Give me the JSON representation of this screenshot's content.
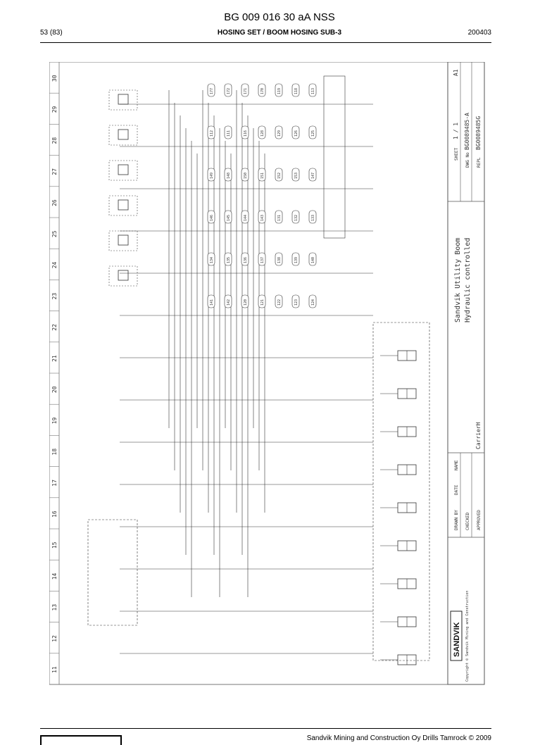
{
  "header": {
    "doc_title": "BG 009 016 30 aA NSS",
    "page_ref": "53 (83)",
    "section_title": "HOSING SET / BOOM HOSING SUB-3",
    "date_code": "200403"
  },
  "drawing": {
    "grid_numbers": [
      "30",
      "29",
      "28",
      "27",
      "26",
      "25",
      "24",
      "23",
      "22",
      "21",
      "20",
      "19",
      "18",
      "17",
      "16",
      "15",
      "14",
      "13",
      "12",
      "11"
    ],
    "title_line1": "Sandvik Utility Boom",
    "title_line2": "Hydraulic controlled",
    "carrier": "CarrierH",
    "sheet_label": "SHEET",
    "sheet_no": "1 / 1",
    "size": "A1",
    "dwg_no_label": "DWG No",
    "dwg_no": "BG0089485-A",
    "replaces_label": "REPL",
    "replaces": "BG0089485G",
    "drawn_label": "DRAWN BY",
    "checked_label": "CHECKED",
    "approved_label": "APPROVED",
    "date_label": "DATE",
    "name_label": "NAME",
    "logo_text": "SANDVIK",
    "copyright": "Copyright © Sandvik Mining and Construction",
    "hose_labels": [
      "177",
      "172",
      "171",
      "170",
      "119",
      "118",
      "113",
      "112",
      "111",
      "116",
      "128",
      "129",
      "126",
      "125",
      "149",
      "148",
      "150",
      "151",
      "152",
      "153",
      "147",
      "146",
      "145",
      "144",
      "143",
      "131",
      "132",
      "133",
      "134",
      "135",
      "136",
      "137",
      "138",
      "139",
      "140",
      "141",
      "142",
      "120",
      "121",
      "122",
      "123",
      "124"
    ]
  },
  "footer": {
    "company": "Sandvik Mining and Construction Oy Drills Tamrock © 2009"
  }
}
